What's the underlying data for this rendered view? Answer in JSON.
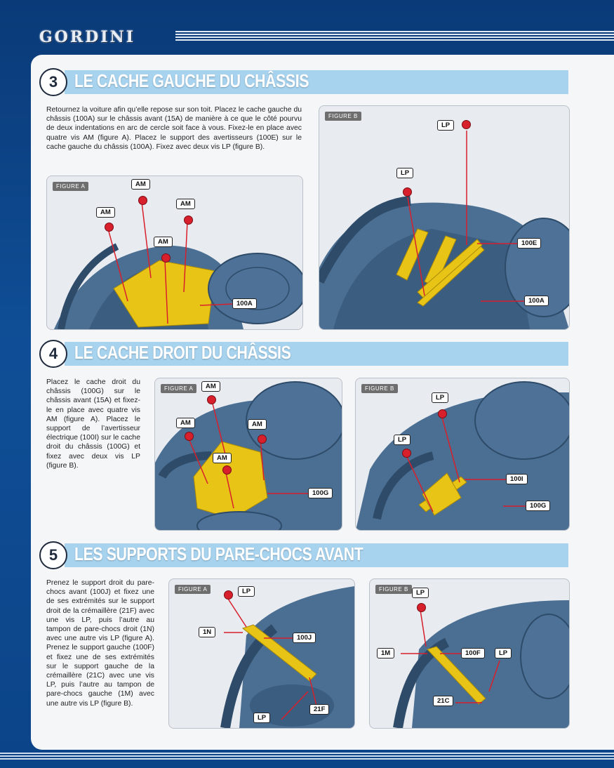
{
  "header": {
    "brand": "GORDINI"
  },
  "sections": [
    {
      "number": "3",
      "title": "LE CACHE GAUCHE DU CHÂSSIS",
      "text": "Retournez la voiture afin qu’elle repose sur son toit. Placez le cache gauche du châssis (100A) sur le châssis avant (15A) de manière à ce que le côté pourvu de deux indentations en arc de cercle soit face à vous. Fixez-le en place avec quatre vis AM (figure A). Placez le support des avertisseurs (100E) sur le cache gauche du châssis (100A). Fixez avec deux vis LP (figure B).",
      "figures": [
        {
          "tag": "FIGURE A",
          "labels": [
            "AM",
            "AM",
            "AM",
            "AM",
            "100A"
          ]
        },
        {
          "tag": "FIGURE B",
          "labels": [
            "LP",
            "LP",
            "100E",
            "100A"
          ]
        }
      ]
    },
    {
      "number": "4",
      "title": "LE CACHE DROIT DU CHÂSSIS",
      "text": "Placez le cache droit du châssis (100G) sur le châssis avant (15A) et fixez-le en place avec quatre vis AM (figure A). Placez le support de l’avertisseur électrique (100I) sur le cache droit du châssis (100G) et fixez avec deux vis LP (figure B).",
      "figures": [
        {
          "tag": "FIGURE A",
          "labels": [
            "AM",
            "AM",
            "AM",
            "AM",
            "100G"
          ]
        },
        {
          "tag": "FIGURE B",
          "labels": [
            "LP",
            "LP",
            "100I",
            "100G"
          ]
        }
      ]
    },
    {
      "number": "5",
      "title": "LES SUPPORTS DU PARE-CHOCS AVANT",
      "text": "Prenez le support droit du pare-chocs avant (100J) et fixez une de ses extrémités sur le support droit de la crémaillère (21F) avec une vis LP, puis l’autre au tampon de pare-chocs droit (1N) avec une autre vis LP (figure A). Prenez le support gauche (100F) et fixez une de ses extrémités sur le support gauche de la crémaillère (21C) avec une vis LP, puis l’autre au tampon de pare-chocs gauche (1M) avec une autre vis LP (figure B).",
      "figures": [
        {
          "tag": "FIGURE A",
          "labels": [
            "LP",
            "1N",
            "100J",
            "LP",
            "21F"
          ]
        },
        {
          "tag": "FIGURE B",
          "labels": [
            "LP",
            "100F",
            "LP",
            "1M",
            "21C"
          ]
        }
      ]
    }
  ],
  "colors": {
    "header_bg": "#0f4e96",
    "band": "#a7d3ef",
    "part_yellow": "#e8c417",
    "chassis_blue": "#4a6f93",
    "screw_red": "#d81f2c",
    "arrow_red": "#d81f2c"
  }
}
